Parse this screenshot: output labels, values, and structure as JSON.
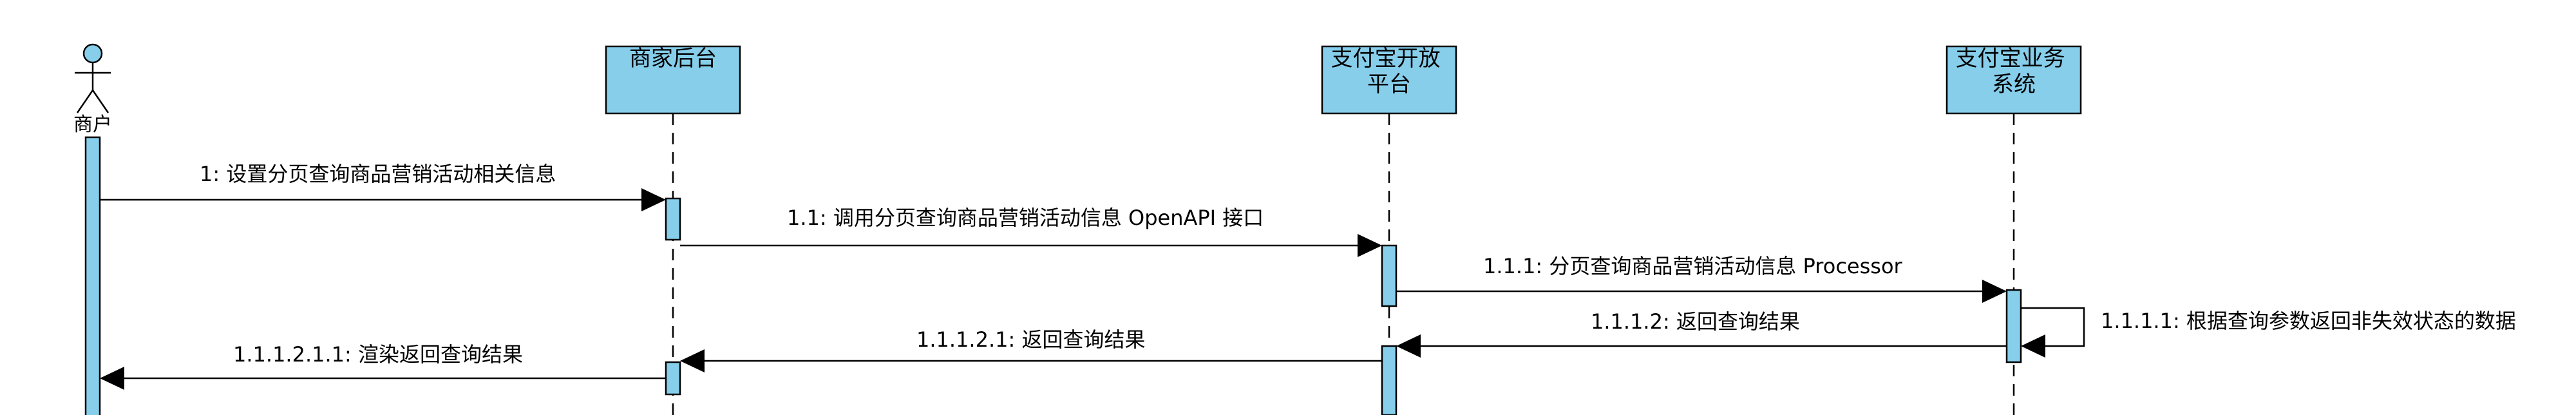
{
  "actor": {
    "label": "商户"
  },
  "participants": [
    {
      "id": "merchant_backend",
      "lines": [
        "商家后台"
      ]
    },
    {
      "id": "alipay_open_platform",
      "lines": [
        "支付宝开放",
        "平台"
      ]
    },
    {
      "id": "alipay_business_system",
      "lines": [
        "支付宝业务",
        "系统"
      ]
    }
  ],
  "messages": [
    {
      "id": "m1",
      "label": "1: 设置分页查询商品营销活动相关信息"
    },
    {
      "id": "m2",
      "label": "1.1: 调用分页查询商品营销活动信息 OpenAPI 接口"
    },
    {
      "id": "m3",
      "label": "1.1.1: 分页查询商品营销活动信息 Processor"
    },
    {
      "id": "m4",
      "label": "1.1.1.1: 根据查询参数返回非失效状态的数据"
    },
    {
      "id": "m5",
      "label": "1.1.1.2: 返回查询结果"
    },
    {
      "id": "m6",
      "label": "1.1.1.2.1: 返回查询结果"
    },
    {
      "id": "m7",
      "label": "1.1.1.2.1.1: 渲染返回查询结果"
    }
  ],
  "colors": {
    "participant_fill": "#87CEEB",
    "line": "#000000",
    "background": "#ffffff"
  }
}
